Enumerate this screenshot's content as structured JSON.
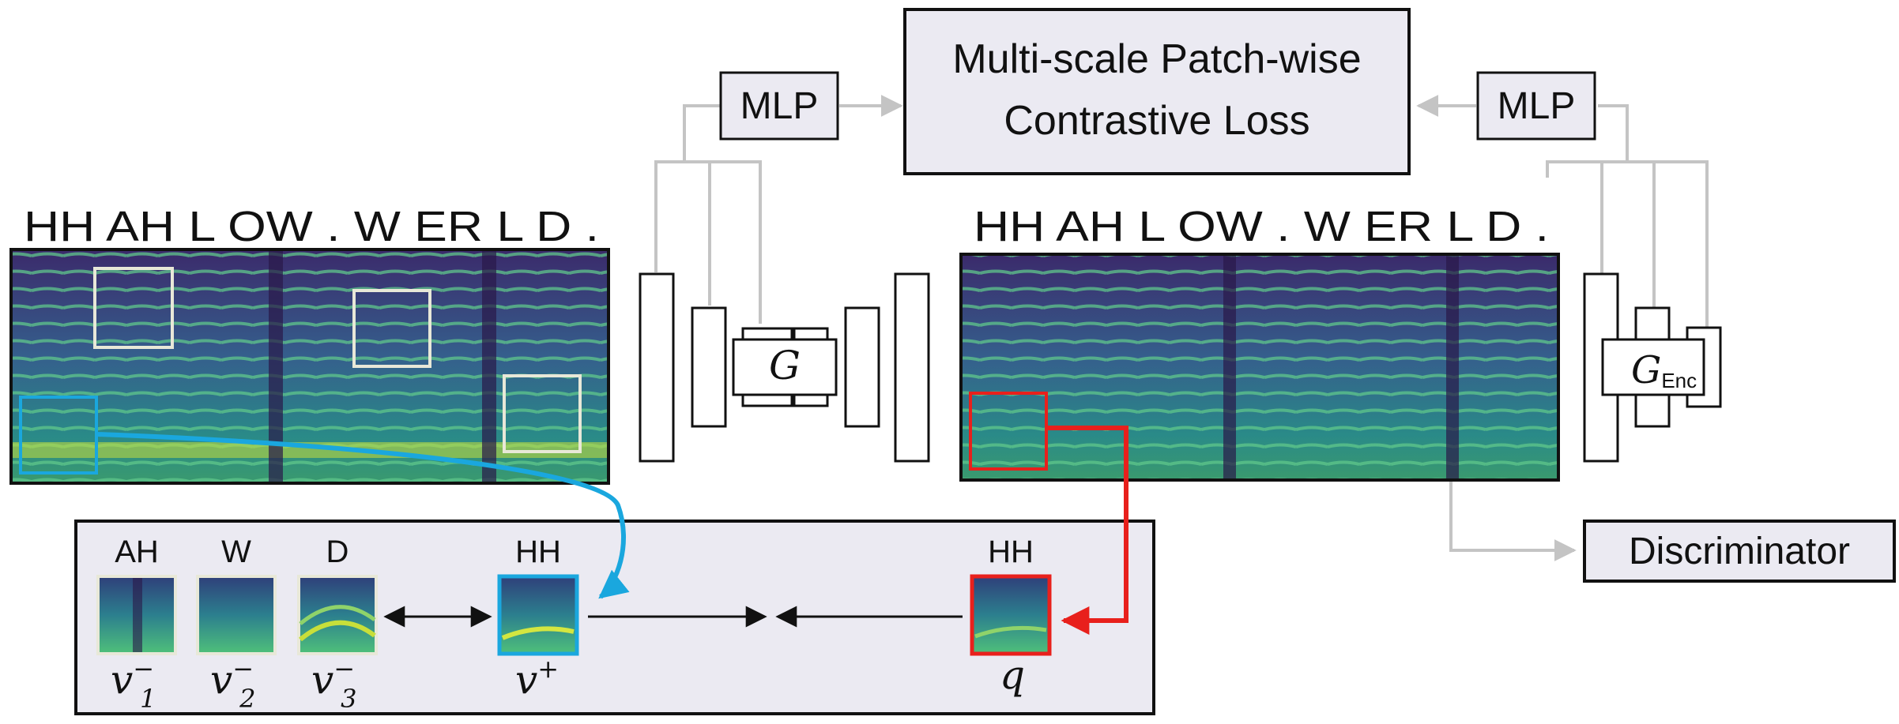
{
  "loss_box": {
    "line1": "Multi-scale Patch-wise",
    "line2": "Contrastive Loss"
  },
  "mlp_left": {
    "label": "MLP"
  },
  "mlp_right": {
    "label": "MLP"
  },
  "generator": {
    "label": "G"
  },
  "generator_encoder": {
    "label": "G",
    "subscript": "Enc"
  },
  "discriminator": {
    "label": "Discriminator"
  },
  "source_phonemes": "HH AH L OW . W ER L D .",
  "output_phonemes": "HH AH L OW . W ER L D .",
  "patches": [
    {
      "phoneme": "AH",
      "symbol": "v",
      "sup": "−",
      "sub": "1"
    },
    {
      "phoneme": "W",
      "symbol": "v",
      "sup": "−",
      "sub": "2"
    },
    {
      "phoneme": "D",
      "symbol": "v",
      "sup": "−",
      "sub": "3"
    },
    {
      "phoneme": "HH",
      "symbol": "v",
      "sup": "+",
      "sub": ""
    },
    {
      "phoneme": "HH",
      "symbol": "q",
      "sup": "",
      "sub": ""
    }
  ],
  "colors": {
    "spectrogram_bg": "#3b1f5c",
    "spectrogram_mid": "#2c7f8e",
    "spectrogram_hi": "#4fc07a",
    "spectrogram_peak": "#d4e640",
    "positive_patch": "#1aa7de",
    "query_patch": "#e8201c",
    "negative_patch": "#e8e8d8",
    "panel_fill": "#ebeaf2",
    "connector_gray": "#c4c4c4"
  }
}
